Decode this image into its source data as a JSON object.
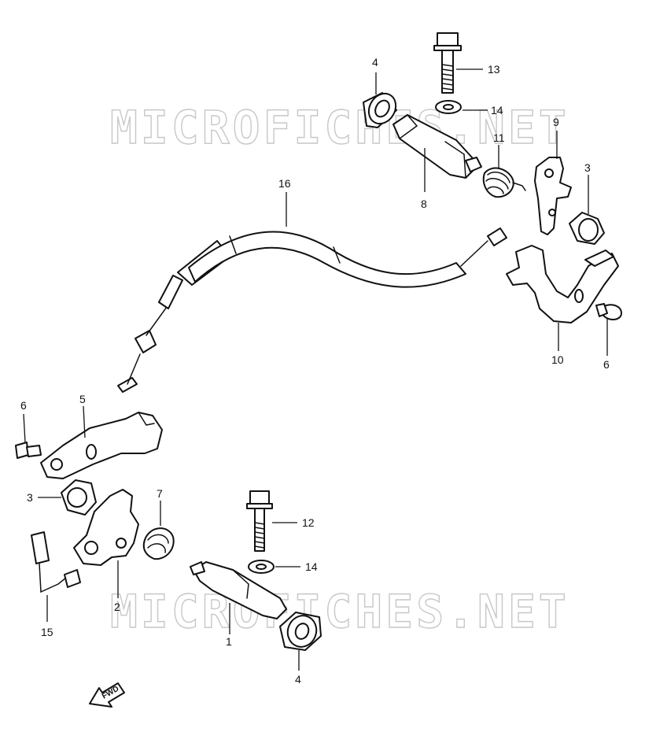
{
  "watermark": "MICROFICHES.NET",
  "fwd_label": "FWD",
  "callouts": [
    {
      "id": "13",
      "label": "13"
    },
    {
      "id": "4a",
      "label": "4"
    },
    {
      "id": "14a",
      "label": "14"
    },
    {
      "id": "9",
      "label": "9"
    },
    {
      "id": "11",
      "label": "11"
    },
    {
      "id": "3a",
      "label": "3"
    },
    {
      "id": "8",
      "label": "8"
    },
    {
      "id": "16",
      "label": "16"
    },
    {
      "id": "10",
      "label": "10"
    },
    {
      "id": "6a",
      "label": "6"
    },
    {
      "id": "6b",
      "label": "6"
    },
    {
      "id": "5",
      "label": "5"
    },
    {
      "id": "3b",
      "label": "3"
    },
    {
      "id": "7",
      "label": "7"
    },
    {
      "id": "12",
      "label": "12"
    },
    {
      "id": "14b",
      "label": "14"
    },
    {
      "id": "2",
      "label": "2"
    },
    {
      "id": "15",
      "label": "15"
    },
    {
      "id": "1",
      "label": "1"
    },
    {
      "id": "4b",
      "label": "4"
    }
  ]
}
